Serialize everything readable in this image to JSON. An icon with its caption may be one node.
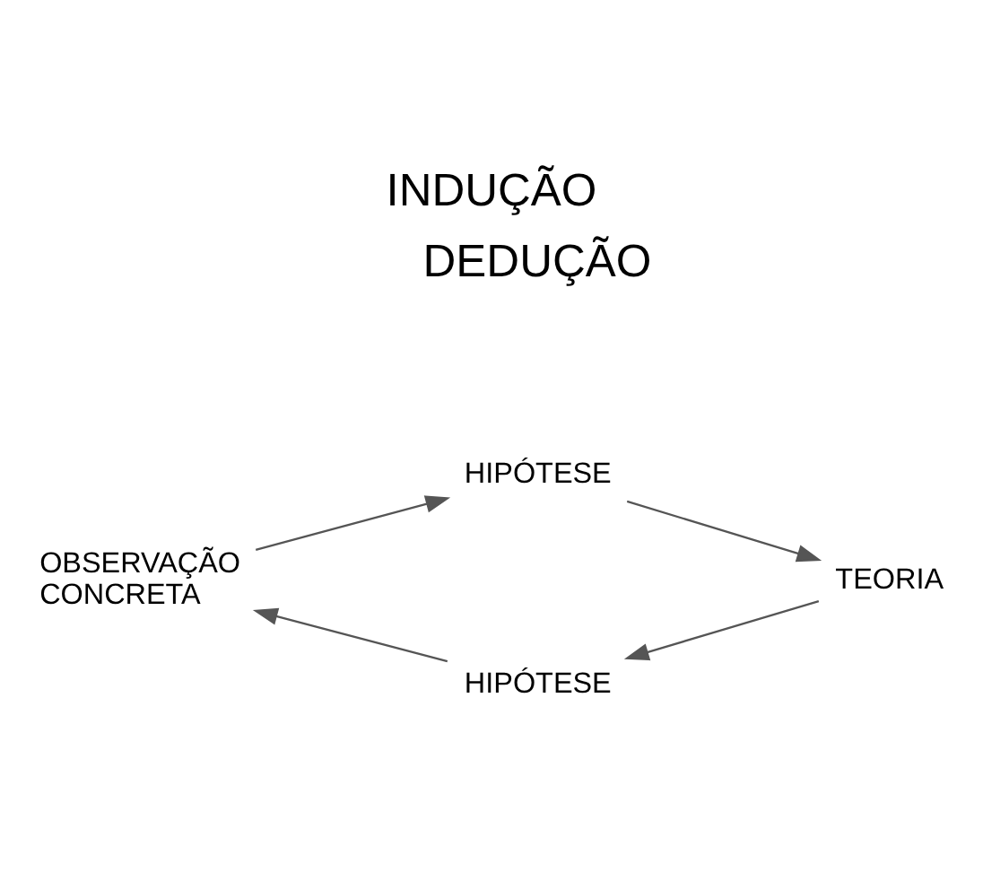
{
  "diagram": {
    "title": "INDUÇÃO",
    "nodes": [
      {
        "text": [
          "OBSERVAÇÃO CONCRETA"
        ]
      },
      {
        "text": [
          "HIPÓTESE"
        ]
      },
      {
        "text": [
          "TEORIA"
        ]
      },
      {
        "text": [
          "HIPÓTESE"
        ]
      }
    ],
    "edges": [
      {
        "from": 0,
        "to": 1,
        "arrow": "to"
      },
      {
        "from": 1,
        "to": 2,
        "arrow": "to"
      },
      {
        "from": 2,
        "to": 3,
        "arrow": "to"
      },
      {
        "from": 3,
        "to": 0,
        "arrow": "to"
      }
    ],
    "labels": [
      "DEDUÇÃO"
    ]
  }
}
